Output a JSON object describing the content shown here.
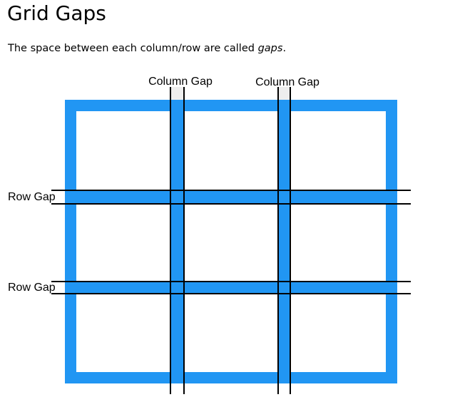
{
  "page": {
    "title": "Grid Gaps",
    "intro_before": "The space between each column/row are called ",
    "intro_emphasis": "gaps",
    "intro_after": "."
  },
  "diagram": {
    "column_gap_labels": [
      "Column Gap",
      "Column Gap"
    ],
    "row_gap_labels": [
      "Row Gap",
      "Row Gap"
    ],
    "colors": {
      "grid": "#2196F3",
      "gap_highlight": "#eeeeee",
      "marker_lines": "#000000"
    }
  }
}
